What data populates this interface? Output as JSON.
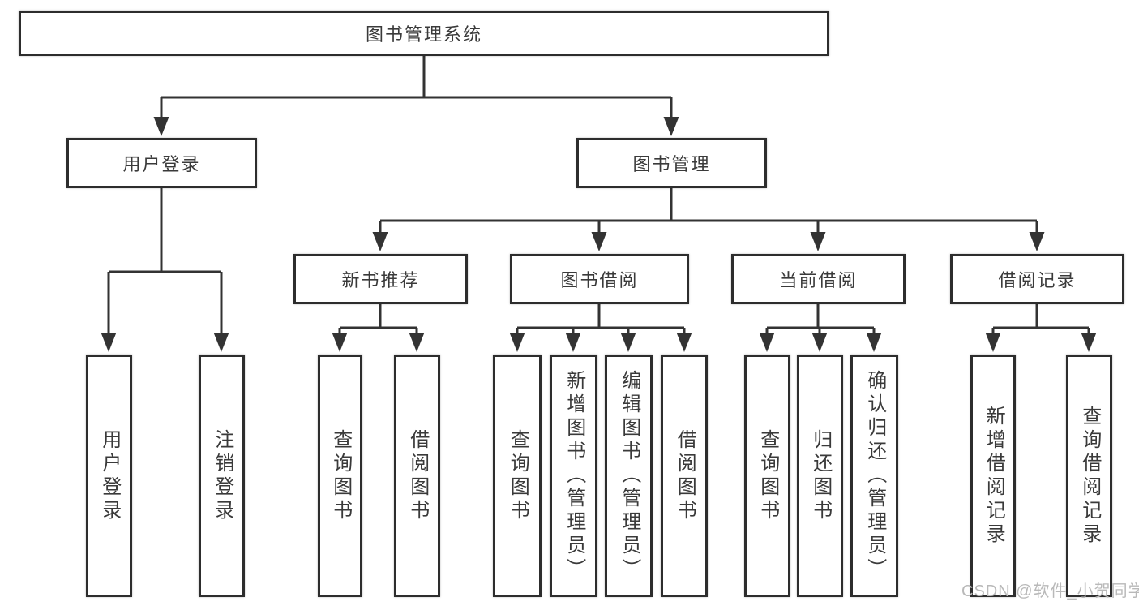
{
  "tree": {
    "label": "图书管理系统",
    "children": [
      {
        "label": "用户登录",
        "children": [
          {
            "label": "用户登录"
          },
          {
            "label": "注销登录"
          }
        ]
      },
      {
        "label": "图书管理",
        "children": [
          {
            "label": "新书推荐",
            "children": [
              {
                "label": "查询图书"
              },
              {
                "label": "借阅图书"
              }
            ]
          },
          {
            "label": "图书借阅",
            "children": [
              {
                "label": "查询图书"
              },
              {
                "label": "新增图书（管理员）"
              },
              {
                "label": "编辑图书（管理员）"
              },
              {
                "label": "借阅图书"
              }
            ]
          },
          {
            "label": "当前借阅",
            "children": [
              {
                "label": "查询图书"
              },
              {
                "label": "归还图书"
              },
              {
                "label": "确认归还（管理员）"
              }
            ]
          },
          {
            "label": "借阅记录",
            "children": [
              {
                "label": "新增借阅记录"
              },
              {
                "label": "查询借阅记录"
              }
            ]
          }
        ]
      }
    ]
  },
  "watermark": "CSDN @软件_小贺同学",
  "colors": {
    "line": "#333333",
    "border": "#2d2d2d",
    "text": "#3a3a3a",
    "watermark": "#b9b9b9",
    "background": "#ffffff"
  }
}
